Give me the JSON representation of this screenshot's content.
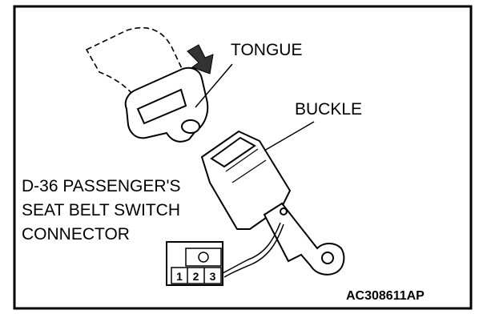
{
  "labels": {
    "tongue": "TONGUE",
    "buckle": "BUCKLE",
    "connector_lines": [
      "D-36 PASSENGER'S",
      "SEAT BELT SWITCH",
      "CONNECTOR"
    ]
  },
  "connector": {
    "pins": [
      "1",
      "2",
      "3"
    ]
  },
  "figure_id": "AC308611AP"
}
